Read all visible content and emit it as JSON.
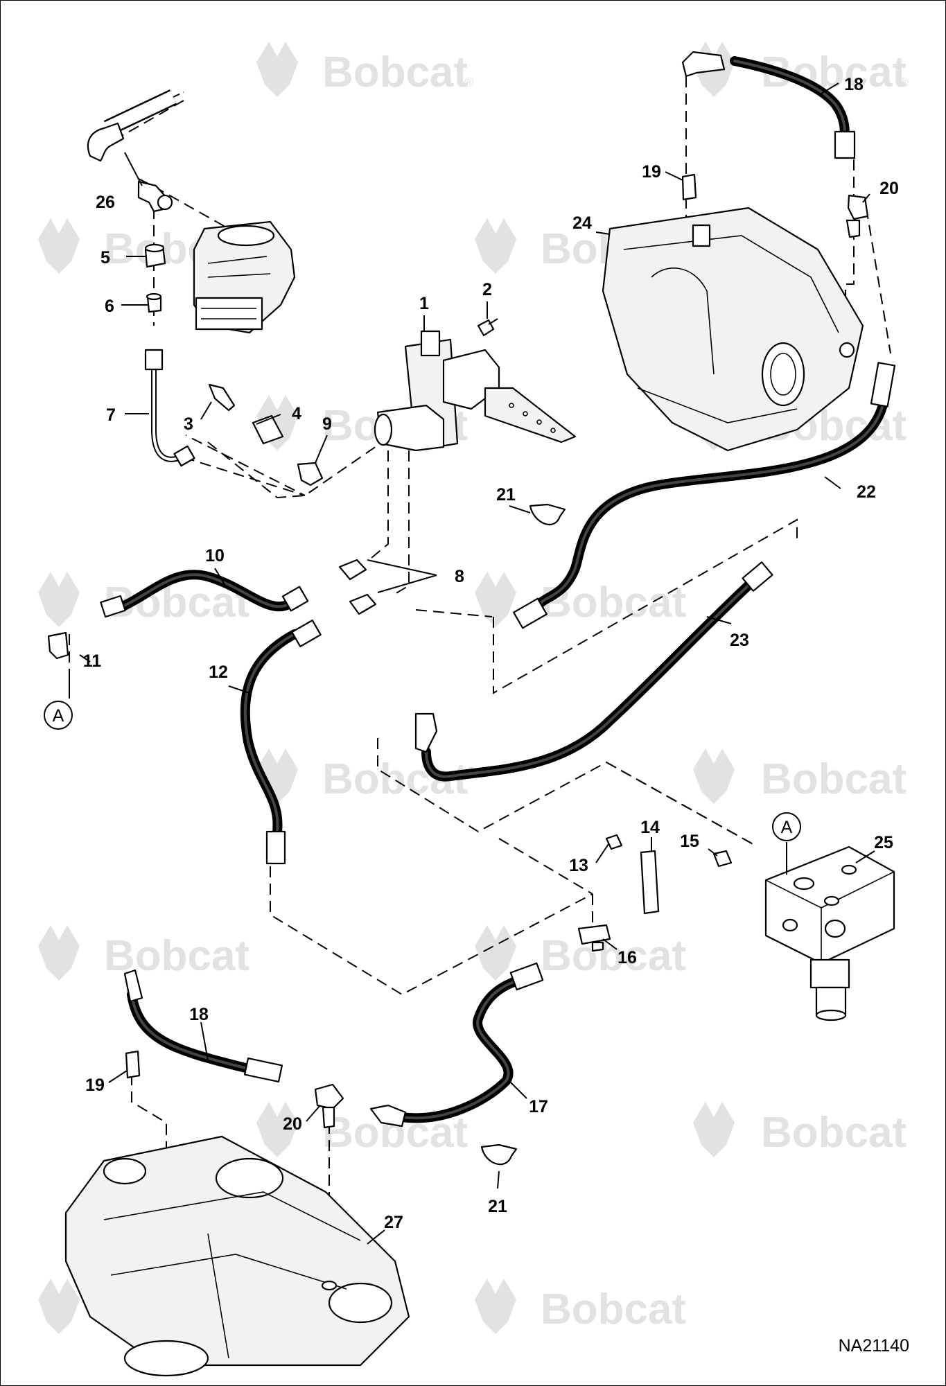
{
  "brand": {
    "watermark": "Bobcat",
    "registered_mark": "®"
  },
  "drawing_code": "NA21140",
  "callouts": [
    {
      "id": "c1",
      "label": "1"
    },
    {
      "id": "c2",
      "label": "2"
    },
    {
      "id": "c3",
      "label": "3"
    },
    {
      "id": "c4",
      "label": "4"
    },
    {
      "id": "c5",
      "label": "5"
    },
    {
      "id": "c6",
      "label": "6"
    },
    {
      "id": "c7",
      "label": "7"
    },
    {
      "id": "c8",
      "label": "8"
    },
    {
      "id": "c9",
      "label": "9"
    },
    {
      "id": "c10",
      "label": "10"
    },
    {
      "id": "c11",
      "label": "11"
    },
    {
      "id": "c12",
      "label": "12"
    },
    {
      "id": "c13",
      "label": "13"
    },
    {
      "id": "c14",
      "label": "14"
    },
    {
      "id": "c15",
      "label": "15"
    },
    {
      "id": "c16",
      "label": "16"
    },
    {
      "id": "c17",
      "label": "17"
    },
    {
      "id": "c18a",
      "label": "18"
    },
    {
      "id": "c18b",
      "label": "18"
    },
    {
      "id": "c19a",
      "label": "19"
    },
    {
      "id": "c19b",
      "label": "19"
    },
    {
      "id": "c20a",
      "label": "20"
    },
    {
      "id": "c20b",
      "label": "20"
    },
    {
      "id": "c21a",
      "label": "21"
    },
    {
      "id": "c21b",
      "label": "21"
    },
    {
      "id": "c22",
      "label": "22"
    },
    {
      "id": "c23",
      "label": "23"
    },
    {
      "id": "c24",
      "label": "24"
    },
    {
      "id": "c25",
      "label": "25"
    },
    {
      "id": "c26",
      "label": "26"
    },
    {
      "id": "c27",
      "label": "27"
    }
  ],
  "references": {
    "left": "A",
    "right": "A"
  },
  "colors": {
    "line": "#000000",
    "watermark": "#e2e2e2",
    "background": "#ffffff"
  }
}
